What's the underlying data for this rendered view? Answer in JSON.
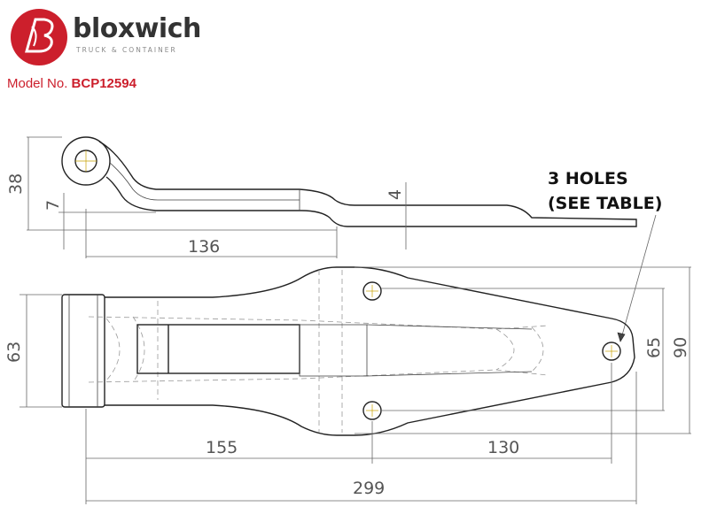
{
  "brand": {
    "name": "bloxwich",
    "tagline": "TRUCK & CONTAINER",
    "accent_color": "#cc1f2c",
    "logo_icon": "bloxwich-b-logo-icon"
  },
  "model": {
    "label": "Model No.",
    "number": "BCP12594"
  },
  "note": {
    "line1": "3 HOLES",
    "line2": "(SEE TABLE)"
  },
  "dimensions": {
    "height_total": "38",
    "offset": "7",
    "thickness": "4",
    "side_length": "136",
    "width_left": "63",
    "hole_spacing": "65",
    "width_right": "90",
    "length_to_holes": "155",
    "hole_to_hole": "130",
    "overall_length": "299"
  }
}
